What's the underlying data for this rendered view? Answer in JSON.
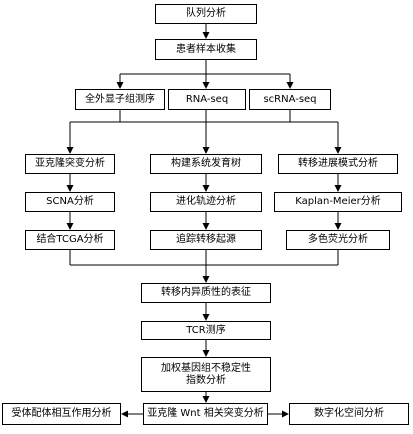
{
  "flowchart": {
    "nodes": {
      "cohort": "队列分析",
      "sample_collection": "患者样本收集",
      "wes": "全外显子组测序",
      "rnaseq": "RNA-seq",
      "scrnaseq": "scRNA-seq",
      "subclone_mutation": "亚克隆突变分析",
      "phylo_tree": "构建系统发育树",
      "metastasis_pattern": "转移进展模式分析",
      "scna": "SCNA分析",
      "evolution_path": "进化轨迹分析",
      "kaplan_meier": "Kaplan-Meier分析",
      "tcga": "结合TCGA分析",
      "trace_origin": "追踪转移起源",
      "multicolor_fluor": "多色荧光分析",
      "heterogeneity": "转移内异质性的表征",
      "tcr": "TCR测序",
      "wgii": "加权基因组不稳定性指数分析",
      "receptor_ligand": "受体配体相互作用分析",
      "wnt_mutation": "亚克隆 Wnt 相关突变分析",
      "digital_spatial": "数字化空间分析"
    }
  },
  "colors": {
    "stroke": "#000000",
    "fill": "#ffffff",
    "text": "#000000"
  }
}
